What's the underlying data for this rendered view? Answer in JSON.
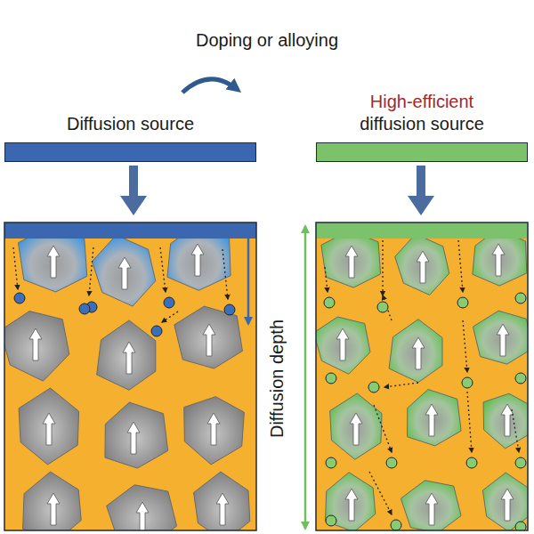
{
  "diagram": {
    "nodes": [
      {
        "text": [
          "Diffusion source"
        ]
      },
      {
        "text": [
          "High-efficient",
          "diffusion source"
        ]
      }
    ],
    "labels": [
      "Doping or alloying",
      "Diffusion depth"
    ]
  }
}
